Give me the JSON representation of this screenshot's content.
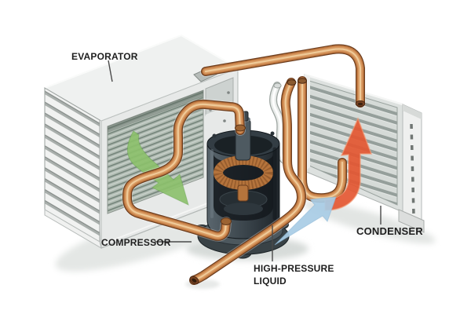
{
  "diagram": {
    "subject": "refrigeration-cycle-cutaway-illustration",
    "labels": {
      "evaporator": "EVAPORATOR",
      "compressor": "COMPRESSOR",
      "high_pressure_line1": "HIGH-PRESSURE",
      "high_pressure_line2": "LIQUID",
      "condenser": "CONDENSER"
    },
    "arrows": [
      {
        "name": "evaporator-airflow-arrow",
        "direction": "down-right",
        "color": "#8cc16b"
      },
      {
        "name": "condenser-hot-gas-arrow",
        "direction": "up",
        "color": "#e45732"
      },
      {
        "name": "high-pressure-liquid-arrow",
        "direction": "up-right",
        "color": "#a9cde6"
      }
    ],
    "colors": {
      "green_arrow": "#8cc16b",
      "red_arrow": "#e45732",
      "blue_arrow": "#a9cde6",
      "copper": "#c27a42",
      "copper_dark": "#6b3d1e",
      "copper_highlight": "#f2cf9f",
      "text": "#1e1e1e",
      "leader": "#4a4a4a",
      "background": "#ffffff"
    }
  }
}
